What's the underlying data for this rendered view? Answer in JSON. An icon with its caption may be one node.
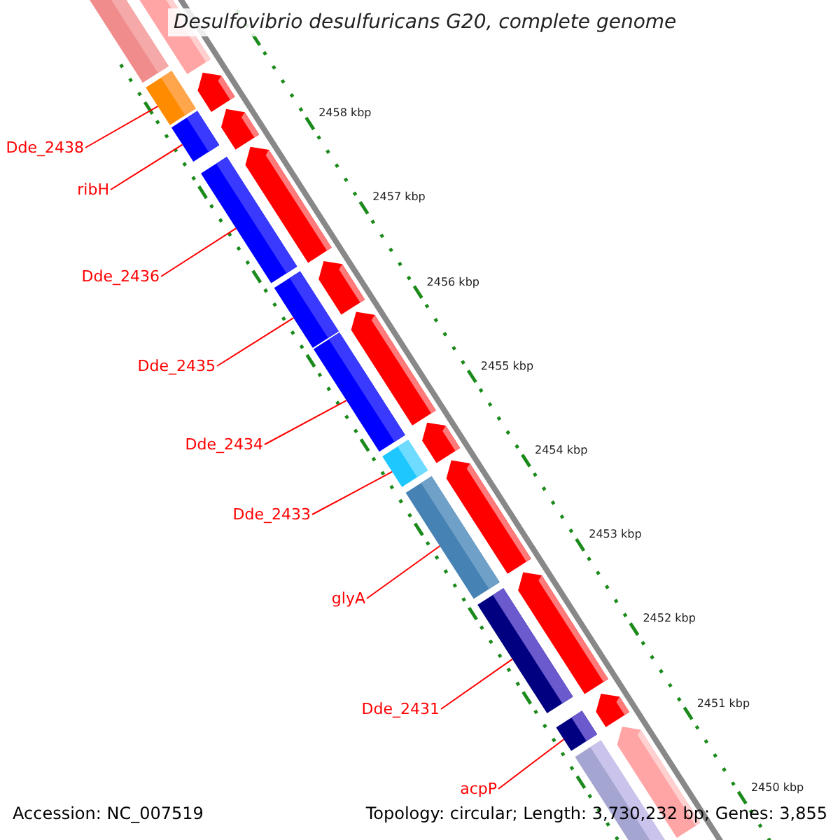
{
  "diagram": {
    "title": "Desulfovibrio desulfuricans G20, complete genome",
    "nodes": [
      {
        "text": [
          "Dde_2438"
        ]
      },
      {
        "text": [],
        "shape": "bar"
      },
      {
        "text": [
          "ribH"
        ]
      },
      {
        "text": [],
        "shape": "bar"
      },
      {
        "text": [
          "Dde_2436"
        ]
      },
      {
        "text": [],
        "shape": "bar"
      },
      {
        "text": [
          "Dde_2435"
        ]
      },
      {
        "text": [],
        "shape": "bar"
      },
      {
        "text": [
          "Dde_2434"
        ]
      },
      {
        "text": [],
        "shape": "bar"
      },
      {
        "text": [
          "Dde_2433"
        ]
      },
      {
        "text": [],
        "shape": "bar"
      },
      {
        "text": [
          "glyA"
        ]
      },
      {
        "text": [],
        "shape": "bar"
      },
      {
        "text": [
          "Dde_2431"
        ]
      },
      {
        "text": [],
        "shape": "bar"
      },
      {
        "text": [
          "acpP"
        ]
      },
      {
        "text": [],
        "shape": "bar"
      },
      {
        "text": [],
        "shape": "bar"
      },
      {
        "text": [],
        "shape": "arrow"
      },
      {
        "text": [],
        "shape": "arrow"
      },
      {
        "text": [],
        "shape": "arrow"
      },
      {
        "text": [],
        "shape": "arrow"
      },
      {
        "text": [],
        "shape": "arrow"
      },
      {
        "text": [],
        "shape": "arrow"
      },
      {
        "text": [],
        "shape": "arrow"
      },
      {
        "text": [],
        "shape": "arrow"
      },
      {
        "text": [],
        "shape": "arrow"
      },
      {
        "text": [],
        "shape": "arrow"
      },
      {
        "text": [],
        "shape": "arrow"
      },
      {
        "text": [],
        "shape": "bar"
      }
    ],
    "edges": [
      {
        "from": 0,
        "to": 1,
        "arrow": "none"
      },
      {
        "from": 2,
        "to": 3,
        "arrow": "none"
      },
      {
        "from": 4,
        "to": 5,
        "arrow": "none"
      },
      {
        "from": 6,
        "to": 7,
        "arrow": "none"
      },
      {
        "from": 8,
        "to": 9,
        "arrow": "none"
      },
      {
        "from": 10,
        "to": 11,
        "arrow": "none"
      },
      {
        "from": 12,
        "to": 13,
        "arrow": "none"
      },
      {
        "from": 14,
        "to": 15,
        "arrow": "none"
      },
      {
        "from": 16,
        "to": 17,
        "arrow": "none"
      }
    ],
    "labels": [
      "2458 kbp",
      "2457 kbp",
      "2456 kbp",
      "2455 kbp",
      "2454 kbp",
      "2453 kbp",
      "2452 kbp",
      "2451 kbp",
      "2450 kbp",
      "Accession: NC_007519",
      "Topology: circular; Length: 3,730,232 bp; Genes: 3,855"
    ]
  }
}
